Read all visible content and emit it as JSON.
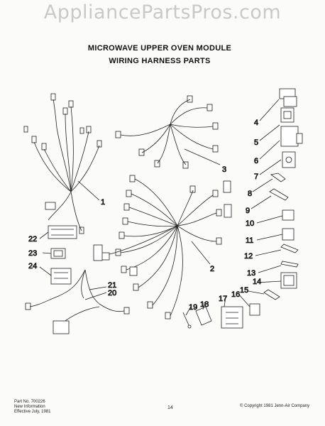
{
  "watermark": "AppliancePartsPros.com",
  "title_line1": "MICROWAVE UPPER OVEN MODULE",
  "title_line2": "WIRING HARNESS PARTS",
  "callouts": [
    "1",
    "2",
    "3",
    "4",
    "5",
    "6",
    "7",
    "8",
    "9",
    "10",
    "11",
    "12",
    "13",
    "14",
    "15",
    "16",
    "17",
    "18",
    "19",
    "20",
    "21",
    "22",
    "23",
    "24"
  ],
  "footer": {
    "part_no": "Part No. 700226",
    "new_info": "New Information",
    "effective": "Effective July, 1981",
    "page_number": "14",
    "copyright": "© Copyright 1981 Jenn-Air Company"
  }
}
